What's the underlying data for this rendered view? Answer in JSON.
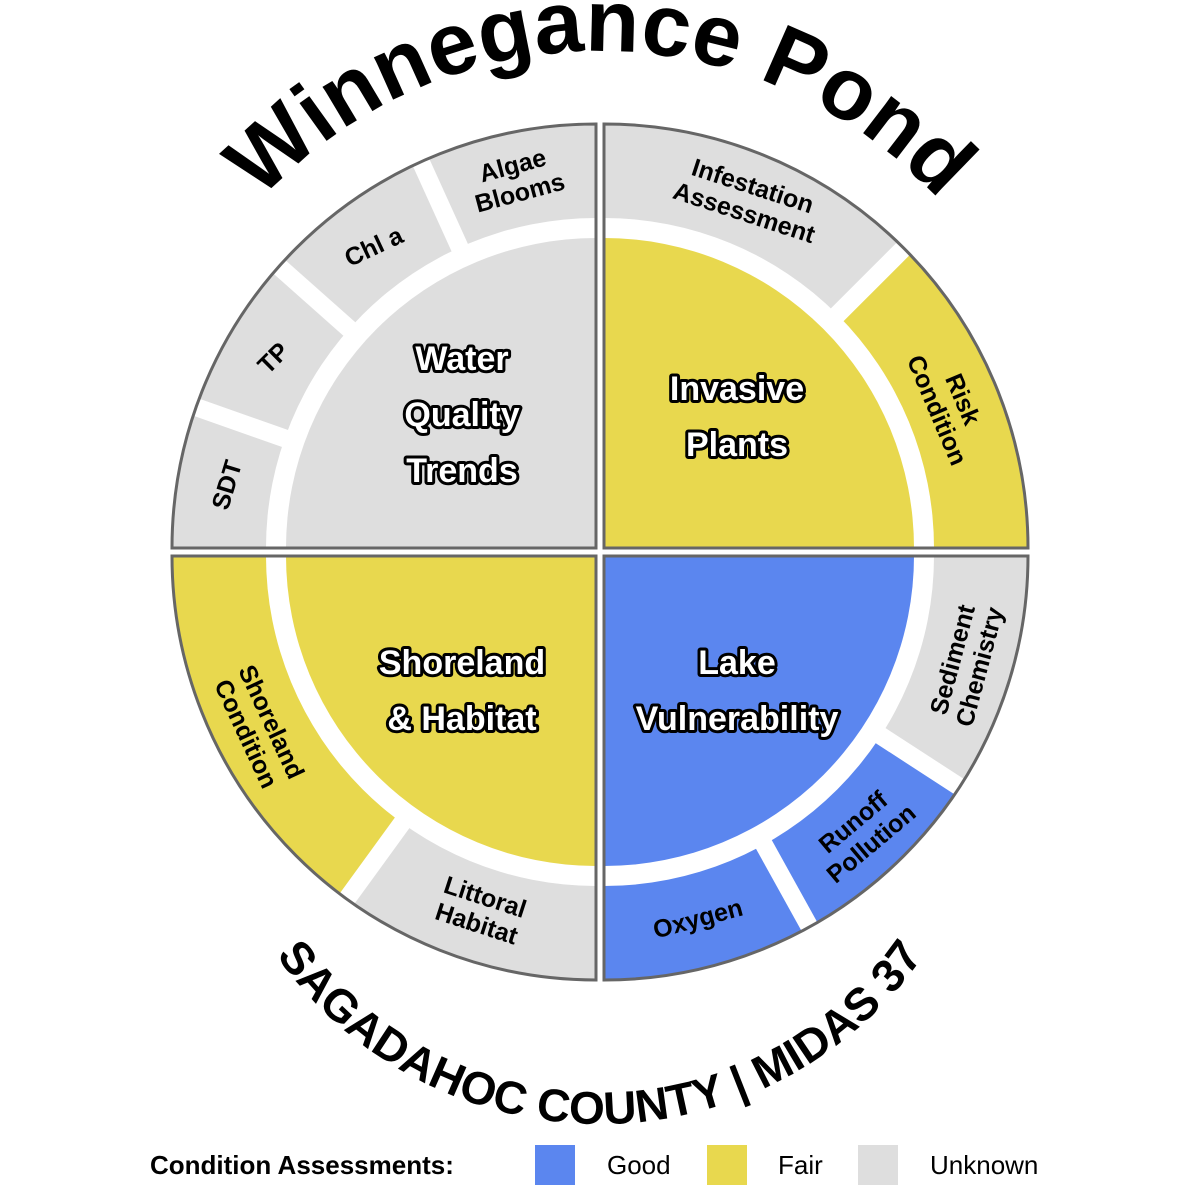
{
  "title": "Winnegance Pond",
  "subtitle": "SAGADAHOC COUNTY | MIDAS 37",
  "colors": {
    "Good": "#5b86ef",
    "Fair": "#e8d84e",
    "Unknown": "#dedede",
    "outline": "#666666"
  },
  "quadrants": [
    {
      "id": "water-quality",
      "label_lines": [
        "Water",
        "Quality",
        "Trends"
      ],
      "status": "Unknown",
      "segments": [
        {
          "id": "sdt",
          "lines": [
            "SDT"
          ],
          "status": "Unknown"
        },
        {
          "id": "tp",
          "lines": [
            "TP"
          ],
          "status": "Unknown"
        },
        {
          "id": "chl-a",
          "lines": [
            "Chl a"
          ],
          "status": "Unknown"
        },
        {
          "id": "algae-blooms",
          "lines": [
            "Algae",
            "Blooms"
          ],
          "status": "Unknown"
        }
      ]
    },
    {
      "id": "invasive-plants",
      "label_lines": [
        "Invasive",
        "Plants"
      ],
      "status": "Fair",
      "segments": [
        {
          "id": "infestation-assessment",
          "lines": [
            "Infestation",
            "Assessment"
          ],
          "status": "Unknown"
        },
        {
          "id": "risk-condition",
          "lines": [
            "Risk",
            "Condition"
          ],
          "status": "Fair"
        }
      ]
    },
    {
      "id": "lake-vulnerability",
      "label_lines": [
        "Lake",
        "Vulnerability"
      ],
      "status": "Good",
      "segments": [
        {
          "id": "sediment-chemistry",
          "lines": [
            "Sediment",
            "Chemistry"
          ],
          "status": "Unknown"
        },
        {
          "id": "runoff-pollution",
          "lines": [
            "Runoff",
            "Pollution"
          ],
          "status": "Good"
        },
        {
          "id": "oxygen",
          "lines": [
            "Oxygen"
          ],
          "status": "Good"
        }
      ]
    },
    {
      "id": "shoreland-habitat",
      "label_lines": [
        "Shoreland",
        "& Habitat"
      ],
      "status": "Fair",
      "segments": [
        {
          "id": "littoral-habitat",
          "lines": [
            "Littoral",
            "Habitat"
          ],
          "status": "Unknown"
        },
        {
          "id": "shoreland-condition",
          "lines": [
            "Shoreland",
            "Condition"
          ],
          "status": "Fair"
        }
      ]
    }
  ],
  "legend": {
    "title": "Condition Assessments:",
    "items": [
      {
        "label": "Good",
        "status": "Good"
      },
      {
        "label": "Fair",
        "status": "Fair"
      },
      {
        "label": "Unknown",
        "status": "Unknown"
      }
    ]
  }
}
